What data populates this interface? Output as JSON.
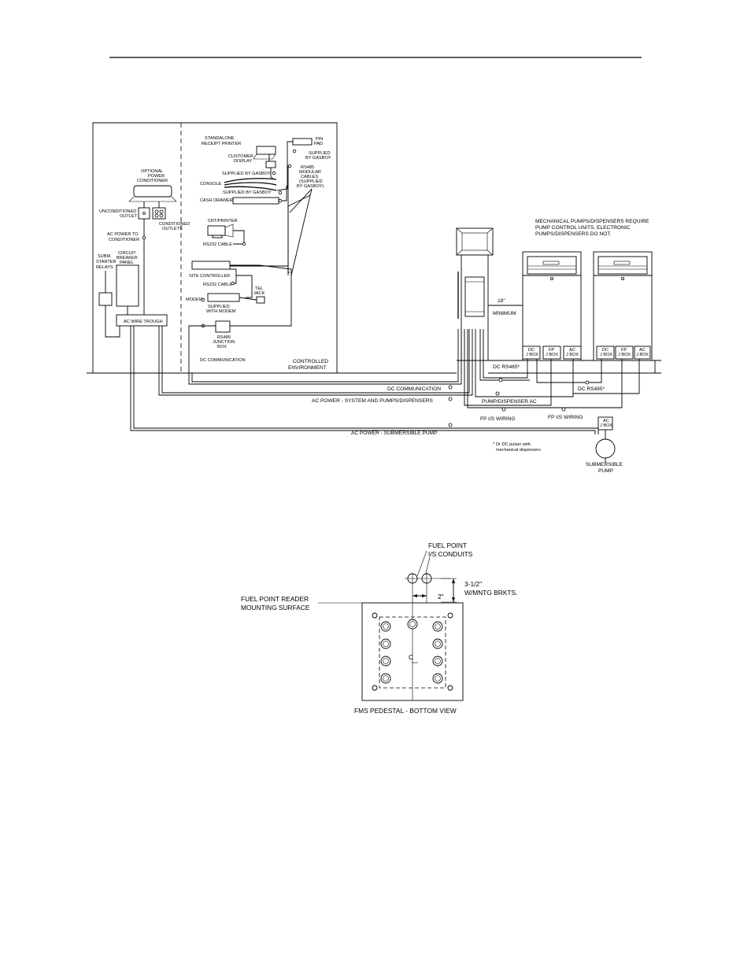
{
  "site_diagram": {
    "labels": {
      "standalone_printer": [
        "STANDALONE",
        "RECEIPT PRINTER"
      ],
      "pin_pad": [
        "PIN",
        "PAD"
      ],
      "customer_display": [
        "CUSTOMER",
        "DISPLAY"
      ],
      "supplied_by_gasboy_right": [
        "SUPPLIED",
        "BY GASBOY"
      ],
      "supplied_by_gasboy_1": "SUPPLIED BY GASBOY",
      "rs485_modular_cables": [
        "RS485",
        "MODULAR",
        "CABLES",
        "(SUPPLIED",
        "BY GASBOY)"
      ],
      "console": "CONSOLE",
      "supplied_by_gasboy_2": "SUPPLIED BY GASBOY",
      "cash_drawer": "CASH DRAWER",
      "optional_power_conditioner": [
        "OPTIONAL",
        "POWER",
        "CONDITIONER"
      ],
      "unconditioned_outlet": [
        "UNCONDITIONED",
        "OUTLET"
      ],
      "conditioned_outlets": [
        "CONDITIONED",
        "OUTLETS"
      ],
      "ac_power_to_conditioner": [
        "AC POWER TO",
        "CONDITIONER"
      ],
      "crt_printer": "CRT/PRINTER",
      "rs232_cable_1": "RS232 CABLE",
      "subm_starter_relays": [
        "SUBM.",
        "STARTER",
        "RELAYS"
      ],
      "circuit_breaker_panel": [
        "CIRCUIT",
        "BREAKER",
        "PANEL"
      ],
      "site_controller": "SITE CONTROLLER",
      "rs232_cable_2": "RS232 CABLE",
      "tel_jack": [
        "TEL",
        "JACK"
      ],
      "modem": "MODEM",
      "supplied_with_modem": [
        "SUPPLIED",
        "WITH MODEM"
      ],
      "ac_wire_trough": "AC WIRE TROUGH",
      "rs485_junction_box": [
        "RS485",
        "JUNCTION",
        "BOX"
      ],
      "dc_communication_small": "DC COMMUNICATION",
      "controlled_environment": [
        "CONTROLLED",
        "ENVIRONMENT"
      ],
      "mechanical_note": [
        "MECHANICAL PUMPS/DISPENSERS REQUIRE",
        "PUMP CONTROL UNITS, ELECTRONIC",
        "PUMPS/DISPENSERS DO NOT."
      ],
      "minimum_18": [
        "18\"",
        "MINIMUM"
      ],
      "jbox_dc": [
        "DC",
        "J BOX"
      ],
      "jbox_fp": [
        "FP",
        "J BOX"
      ],
      "jbox_ac": [
        "AC",
        "J BOX"
      ],
      "dc_rs485_1": "DC RS485*",
      "dc_rs485_2": "DC RS485*",
      "dc_communication": "DC COMMUNICATION",
      "ac_power_system": "AC POWER - SYSTEM AND PUMPS/DISPENSERS",
      "pump_dispenser_ac": "PUMP/DISPENSER AC",
      "fp_is_wiring_1": "FP I/S WIRING",
      "fp_is_wiring_2": "FP I/S WIRING",
      "ac_power_submersible": "AC POWER - SUBMERSIBLE PUMP",
      "ac_jbox": [
        "AC",
        "J BOX"
      ],
      "footnote": [
        "* Or DC pulser with",
        "mechanical dispensers"
      ],
      "submersible_pump": [
        "SUBMERSIBLE",
        "PUMP"
      ]
    }
  },
  "pedestal_diagram": {
    "labels": {
      "fuel_point_conduits": [
        "FUEL POINT",
        "I/S CONDUITS"
      ],
      "dim_3_half": [
        "3-1/2\"",
        "W/MNTG BRKTS."
      ],
      "dim_2": "2\"",
      "reader_surface": [
        "FUEL POINT READER",
        "MOUNTING SURFACE"
      ],
      "centerline": "C",
      "title": "FMS PEDESTAL - BOTTOM VIEW"
    }
  }
}
